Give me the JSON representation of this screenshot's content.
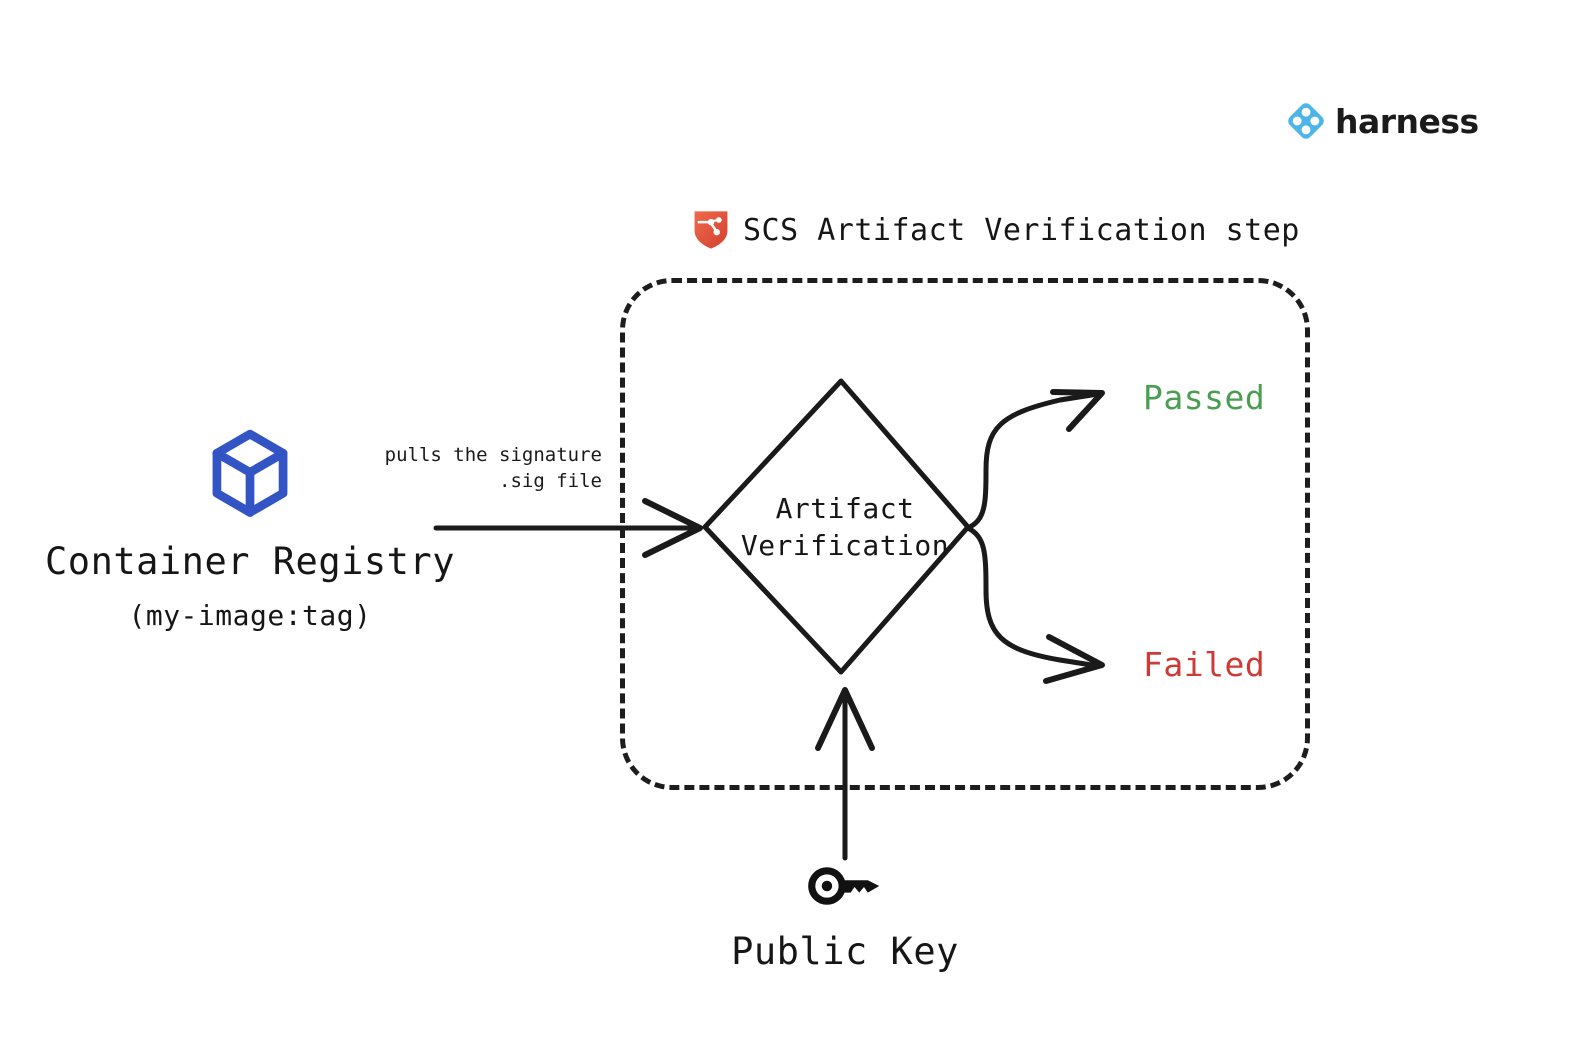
{
  "brand": {
    "name": "harness",
    "logo_icon": "harness-diamond-icon",
    "accent_color": "#4db5e8",
    "wordmark_color": "#1b1b1b"
  },
  "step": {
    "icon": "scs-shield-icon",
    "icon_color": "#e0503c",
    "title": "SCS Artifact Verification step",
    "border_style": "dashed"
  },
  "source": {
    "icon": "container-cube-icon",
    "icon_color": "#3254c5",
    "title": "Container Registry",
    "subtitle": "(my-image:tag)"
  },
  "edges": {
    "pull_signature": {
      "line1": "pulls the signature",
      "line2": ".sig file"
    }
  },
  "decision": {
    "line1": "Artifact",
    "line2": "Verification",
    "shape": "diamond"
  },
  "outcomes": [
    {
      "label": "Passed",
      "color": "#4a9e52",
      "name": "passed"
    },
    {
      "label": "Failed",
      "color": "#cc3b36",
      "name": "failed"
    }
  ],
  "input_key": {
    "icon": "key-icon",
    "icon_color": "#111111",
    "title": "Public Key"
  },
  "canvas": {
    "background": "#ffffff",
    "stroke_color": "#1d1d1d"
  }
}
